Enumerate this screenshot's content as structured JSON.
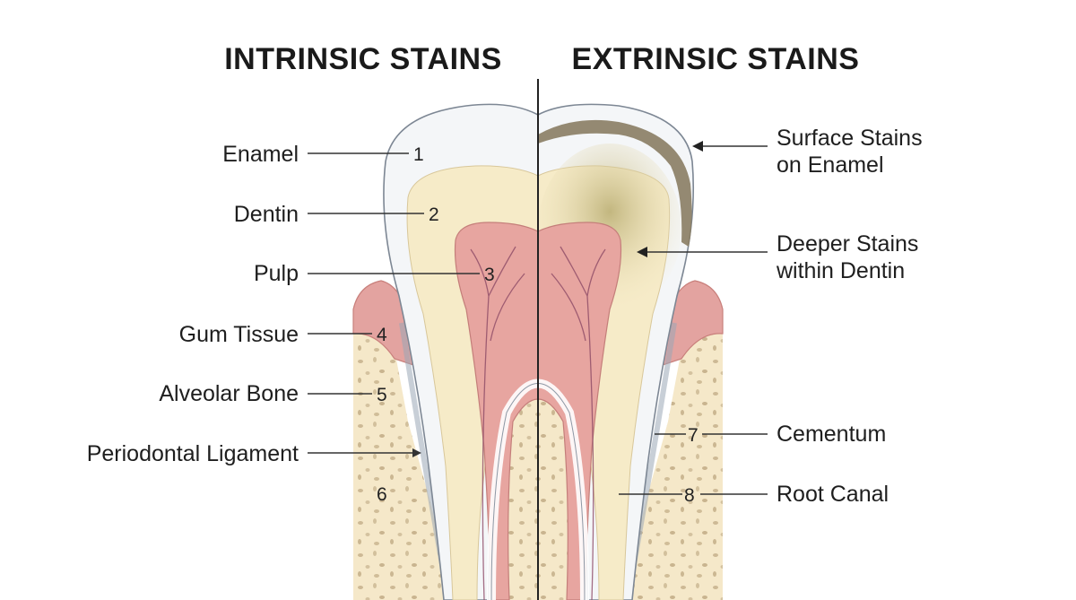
{
  "titles": {
    "left": "INTRINSIC STAINS",
    "right": "EXTRINSIC STAINS"
  },
  "left_labels": [
    {
      "text": "Enamel",
      "number": "1"
    },
    {
      "text": "Dentin",
      "number": "2"
    },
    {
      "text": "Pulp",
      "number": "3"
    },
    {
      "text": "Gum Tissue",
      "number": "4"
    },
    {
      "text": "Alveolar Bone",
      "number": "5"
    },
    {
      "text": "Periodontal Ligament",
      "number": ""
    },
    {
      "text": "",
      "number": "6"
    }
  ],
  "right_labels": [
    {
      "line1": "Surface Stains",
      "line2": "on Enamel"
    },
    {
      "line1": "Deeper Stains",
      "line2": "within Dentin"
    },
    {
      "line1": "Cementum",
      "number": "7"
    },
    {
      "line1": "Root Canal",
      "number": "8"
    }
  ],
  "colors": {
    "enamel": "#f4f6f8",
    "dentin": "#f6ebc8",
    "pulp": "#e7a5a0",
    "gum": "#e3a3a0",
    "bone": "#f3e6c7",
    "stain_surface": "#8a7d63",
    "stain_deep": "#c8be85"
  }
}
